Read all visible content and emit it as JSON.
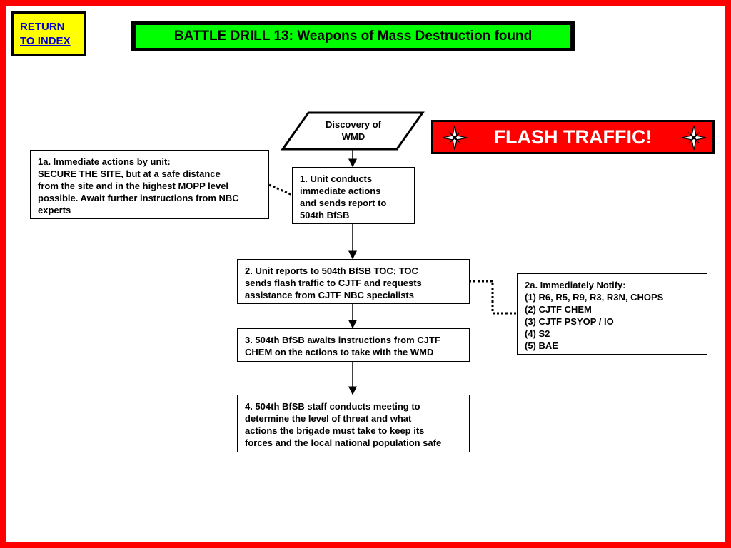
{
  "nav": {
    "return_line1": "RETURN",
    "return_line2": "TO INDEX"
  },
  "header": {
    "title": "BATTLE DRILL 13:  Weapons of Mass Destruction found"
  },
  "flash": {
    "label": "FLASH TRAFFIC!"
  },
  "flow": {
    "start": {
      "line1": "Discovery of",
      "line2": "WMD"
    },
    "step1": {
      "lines": [
        "1. Unit conducts",
        "immediate actions",
        "and sends report to",
        "504th BfSB"
      ]
    },
    "step1a": {
      "lines": [
        "1a. Immediate actions by unit:",
        "SECURE THE SITE, but at a safe distance",
        "from the site and in the highest MOPP level",
        "possible.  Await further instructions from NBC",
        "experts"
      ]
    },
    "step2": {
      "lines": [
        "2. Unit reports to 504th BfSB TOC; TOC",
        "sends flash traffic to CJTF and requests",
        "assistance from CJTF NBC specialists"
      ]
    },
    "step2a": {
      "lines": [
        "2a. Immediately Notify:",
        "(1)  R6, R5, R9, R3, R3N, CHOPS",
        "(2) CJTF CHEM",
        "(3) CJTF PSYOP / IO",
        "(4) S2",
        "(5) BAE"
      ]
    },
    "step3": {
      "lines": [
        "3. 504th BfSB awaits instructions from CJTF",
        "CHEM on the actions to take with the WMD"
      ]
    },
    "step4": {
      "lines": [
        "4.  504th BfSB staff conducts meeting to",
        "determine the level of threat and what",
        "actions the brigade must take to keep its",
        "forces and the local national population safe"
      ]
    }
  },
  "colors": {
    "frame": "#ff0000",
    "title_bg": "#00ff00",
    "return_bg": "#ffff00",
    "flash_bg": "#ff0000"
  }
}
